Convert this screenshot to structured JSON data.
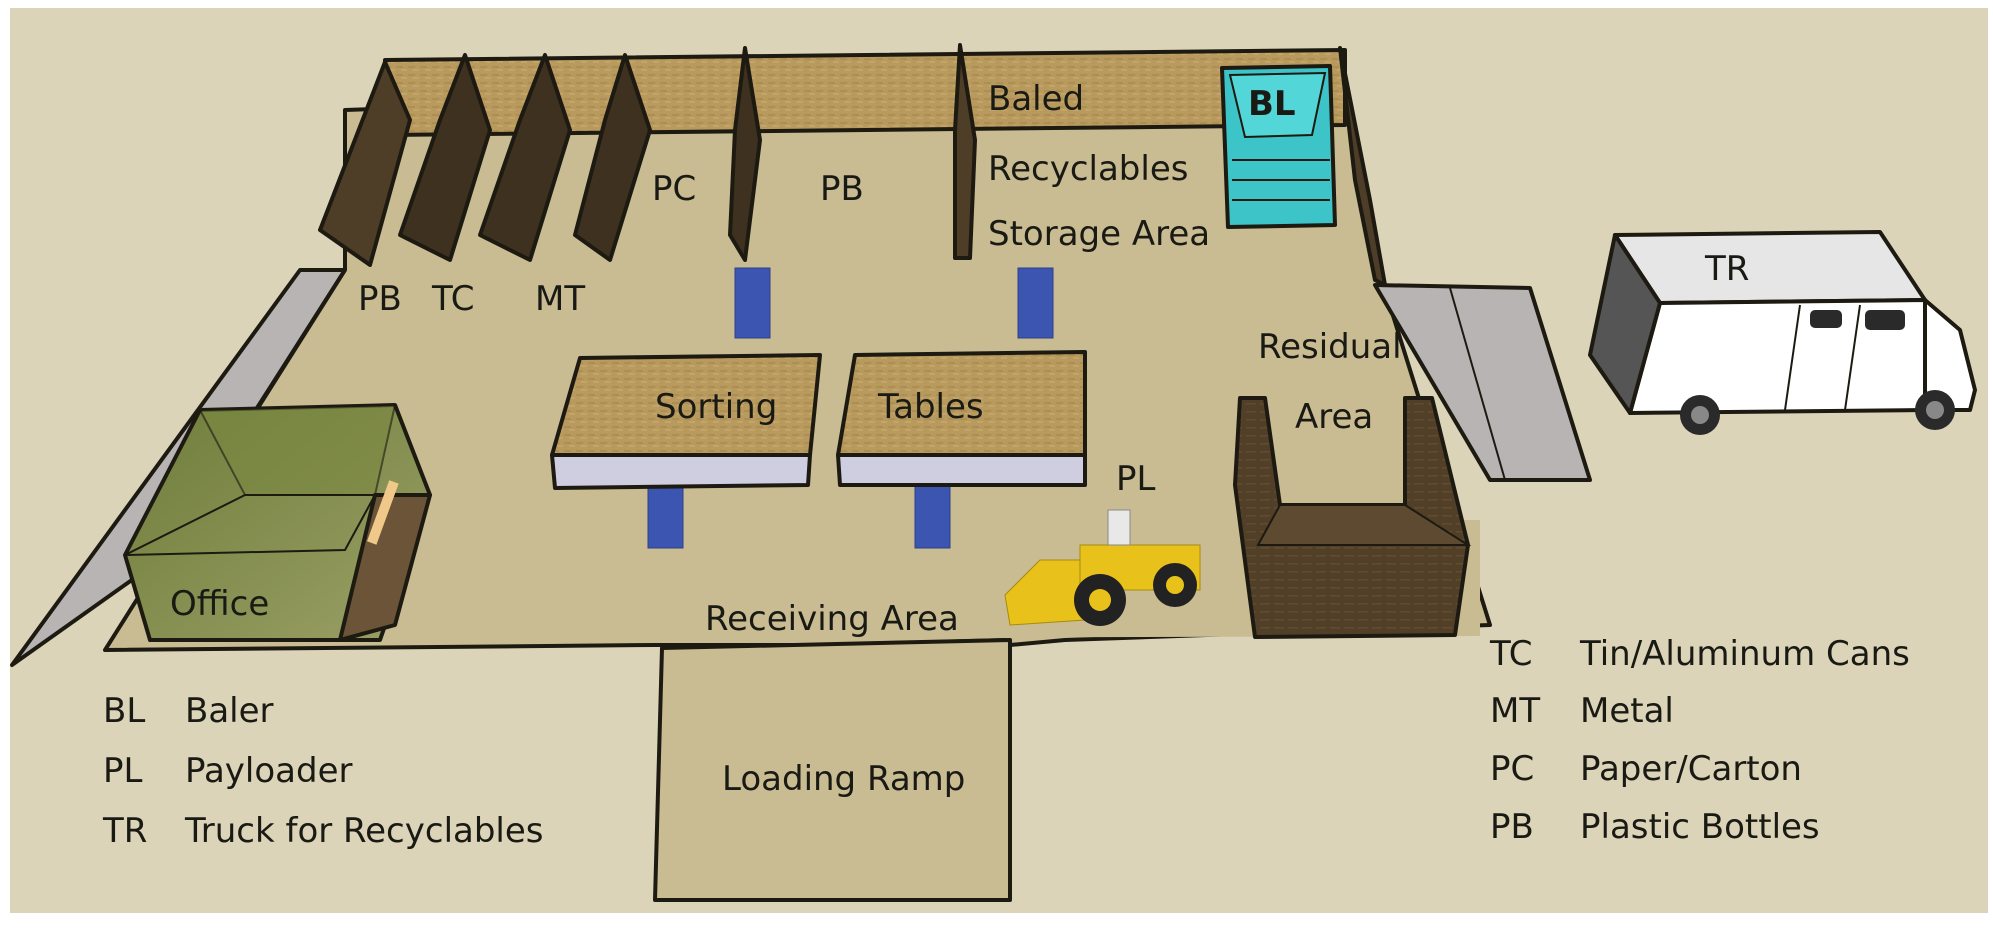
{
  "diagram": {
    "title": "Recycling facility layout",
    "zones": {
      "baled_storage": [
        "Baled",
        "Recyclables",
        "Storage Area"
      ],
      "sorting": "Sorting",
      "tables": "Tables",
      "residual": [
        "Residual",
        "Area"
      ],
      "receiving": "Receiving Area",
      "loading_ramp": "Loading Ramp",
      "office": "Office"
    },
    "bay_codes": {
      "pb_left": "PB",
      "tc": "TC",
      "mt": "MT",
      "pc": "PC",
      "pb_right": "PB"
    },
    "equipment_codes": {
      "baler": "BL",
      "payloader": "PL",
      "truck": "TR"
    },
    "legend_left": [
      {
        "code": "BL",
        "meaning": "Baler"
      },
      {
        "code": "PL",
        "meaning": "Payloader"
      },
      {
        "code": "TR",
        "meaning": "Truck for Recyclables"
      }
    ],
    "legend_right": [
      {
        "code": "TC",
        "meaning": "Tin/Aluminum Cans"
      },
      {
        "code": "MT",
        "meaning": "Metal"
      },
      {
        "code": "PC",
        "meaning": "Paper/Carton"
      },
      {
        "code": "PB",
        "meaning": "Plastic Bottles"
      }
    ],
    "colors": {
      "background": "#dcd4b8",
      "floor": "#c9bc93",
      "wall_dark": "#4a3b27",
      "wall_mid": "#6b5438",
      "table_top": "#b89a5e",
      "table_side": "#cfcde0",
      "bin": "#3c55b0",
      "baler": "#3cc4c8",
      "office": "#7d8a45",
      "ramp": "#b8b4b4",
      "truck": "#ffffff",
      "payloader": "#e8c21a"
    }
  }
}
